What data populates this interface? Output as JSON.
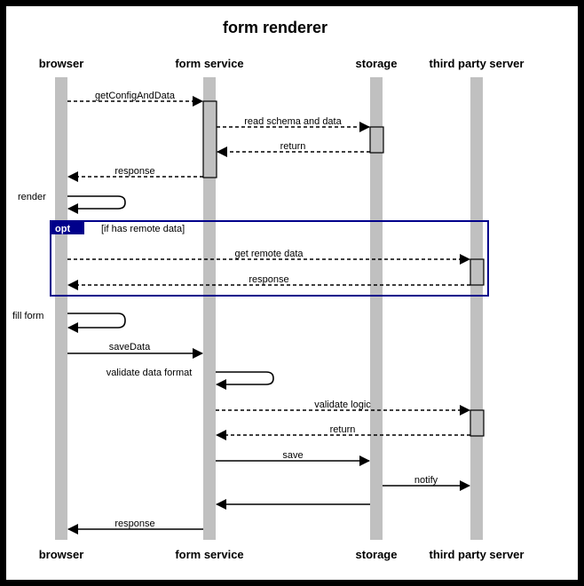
{
  "title": "form renderer",
  "participants": [
    "browser",
    "form service",
    "storage",
    "third party server"
  ],
  "fragment": {
    "keyword": "opt",
    "guard": "[if has remote data]"
  },
  "messages": [
    {
      "from": "browser",
      "to": "form service",
      "label": "getConfigAndData",
      "style": "dashed"
    },
    {
      "from": "form service",
      "to": "storage",
      "label": "read schema and data",
      "style": "dashed"
    },
    {
      "from": "storage",
      "to": "form service",
      "label": "return",
      "style": "dashed"
    },
    {
      "from": "form service",
      "to": "browser",
      "label": "response",
      "style": "dashed"
    },
    {
      "from": "browser",
      "to": "browser",
      "label": "render",
      "style": "solid"
    },
    {
      "from": "browser",
      "to": "third party server",
      "label": "get remote data",
      "style": "dashed"
    },
    {
      "from": "third party server",
      "to": "browser",
      "label": "response",
      "style": "dashed"
    },
    {
      "from": "browser",
      "to": "browser",
      "label": "fill form",
      "style": "solid"
    },
    {
      "from": "browser",
      "to": "form service",
      "label": "saveData",
      "style": "solid"
    },
    {
      "from": "form service",
      "to": "form service",
      "label": "validate data format",
      "style": "solid"
    },
    {
      "from": "form service",
      "to": "third party server",
      "label": "validate logic",
      "style": "dashed"
    },
    {
      "from": "third party server",
      "to": "form service",
      "label": "return",
      "style": "dashed"
    },
    {
      "from": "form service",
      "to": "storage",
      "label": "save",
      "style": "solid"
    },
    {
      "from": "storage",
      "to": "third party server",
      "label": "notify",
      "style": "solid"
    },
    {
      "from": "storage",
      "to": "form service",
      "label": "",
      "style": "solid"
    },
    {
      "from": "form service",
      "to": "browser",
      "label": "response",
      "style": "solid"
    }
  ],
  "colors": {
    "lifeline": "#c0c0c0",
    "activation": "#c0c0c0",
    "fragment_border": "#00008b",
    "fragment_tab": "#00008b"
  }
}
